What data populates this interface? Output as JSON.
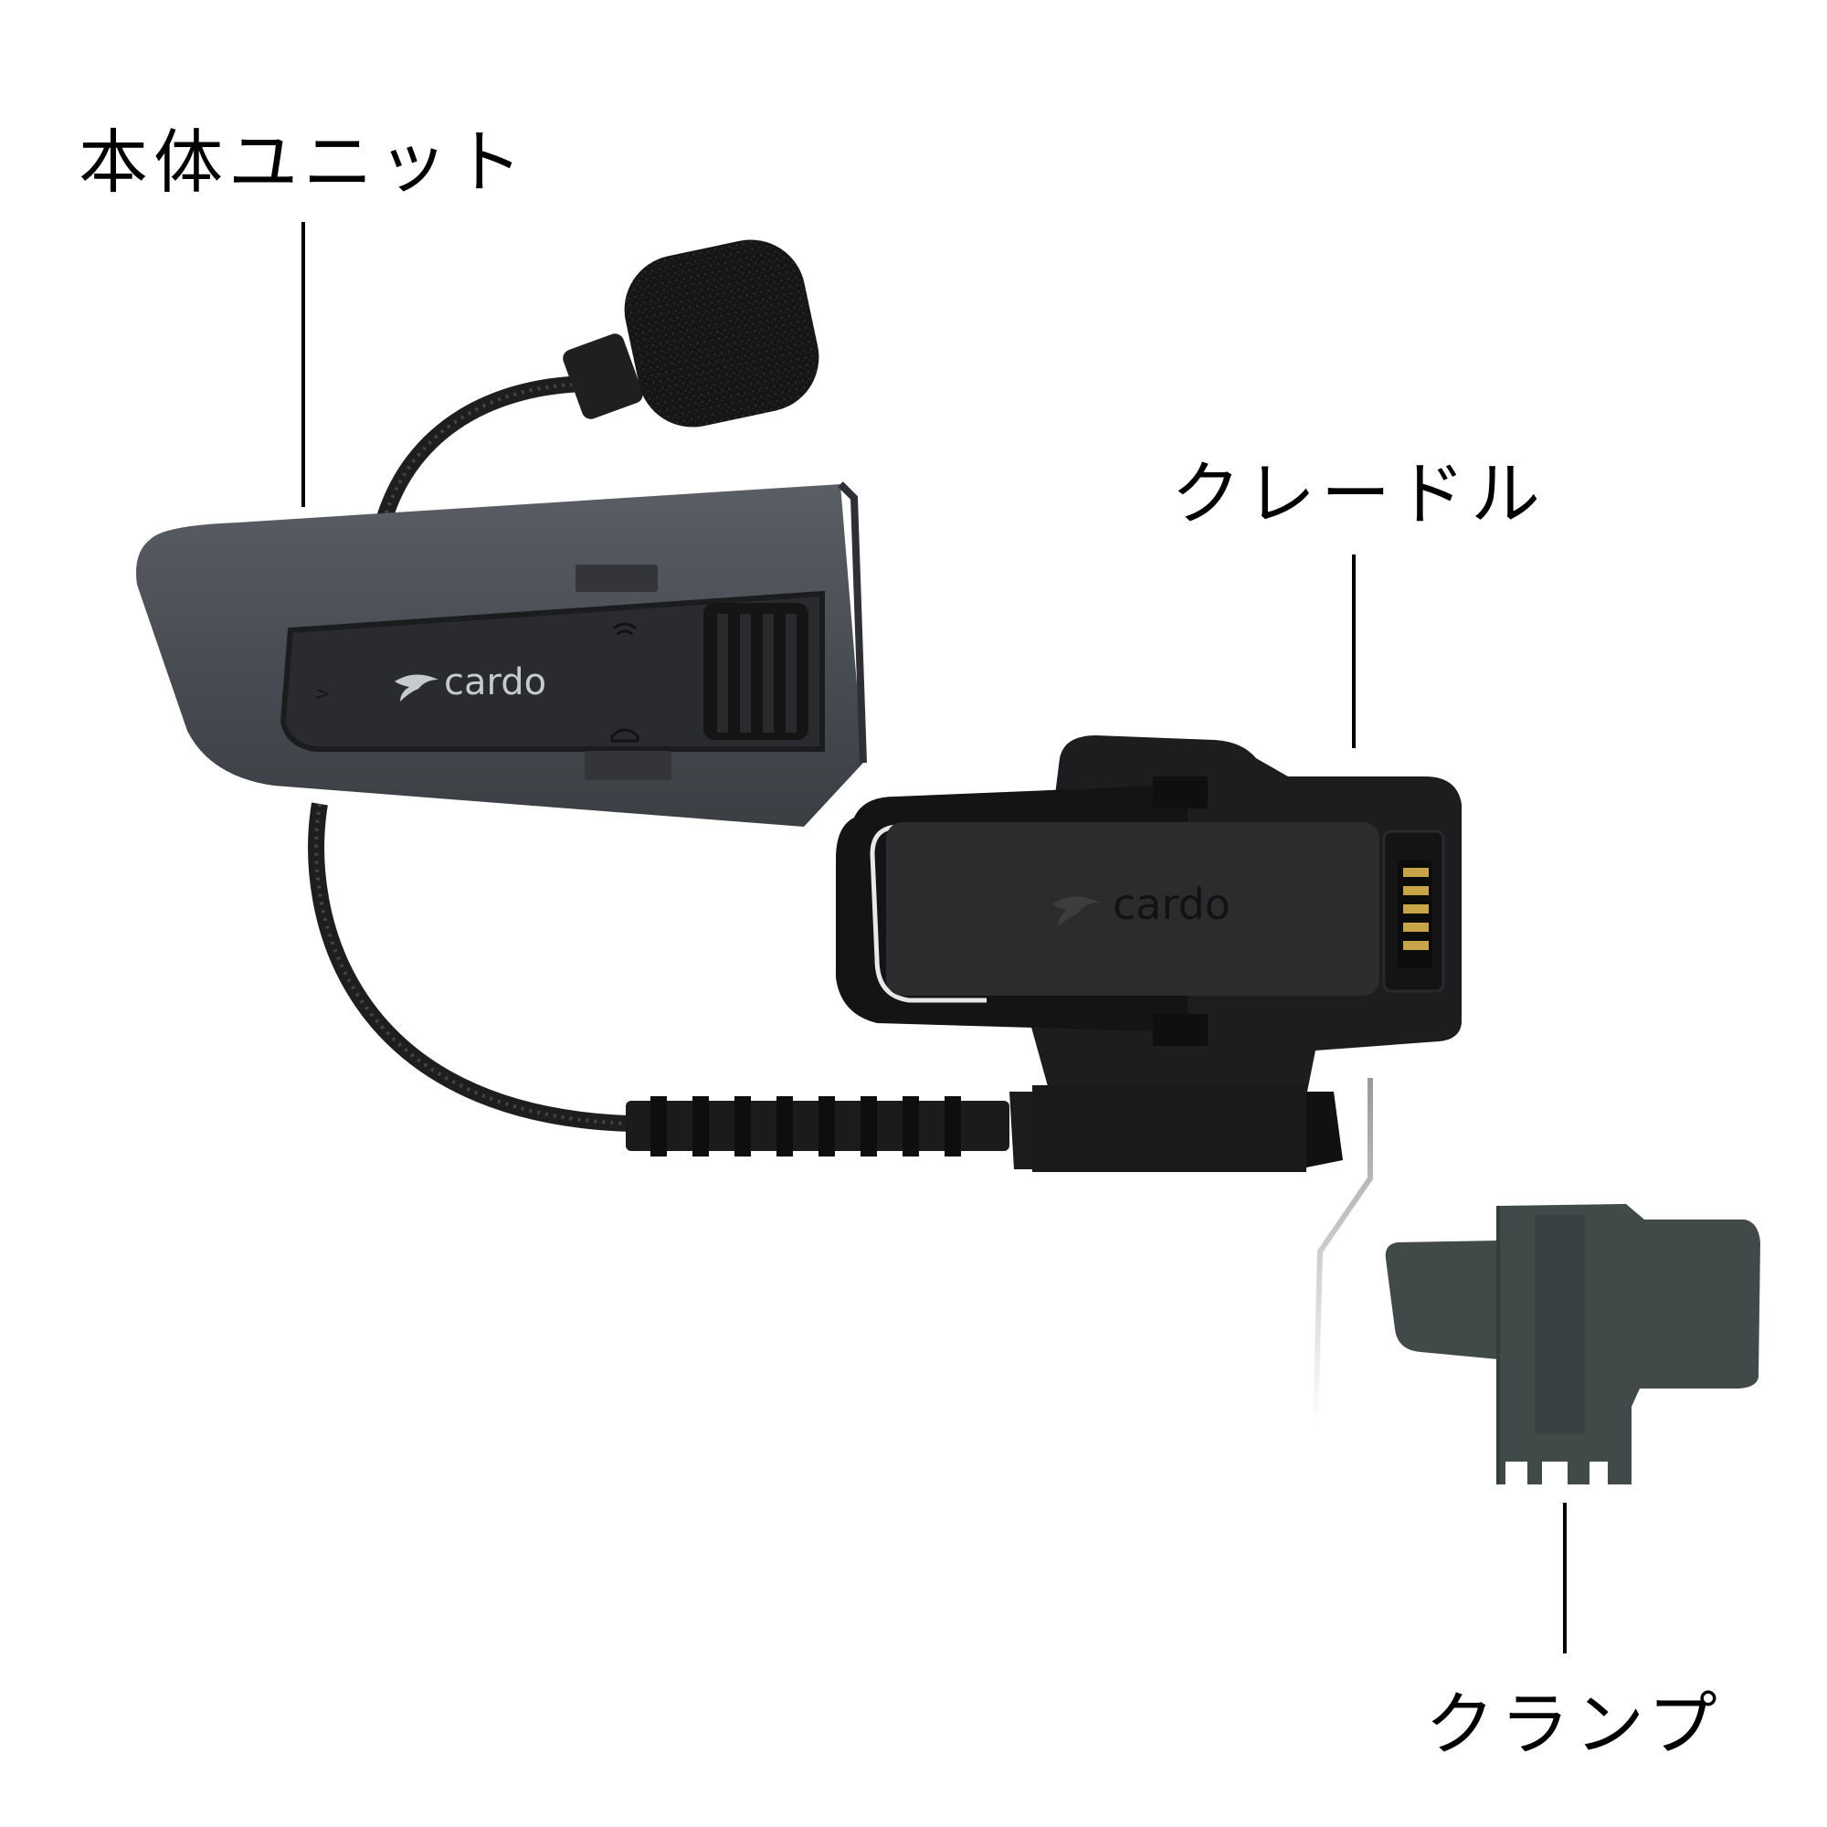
{
  "diagram": {
    "subject": "Cardo intercom kit components",
    "callouts": [
      {
        "id": "main_unit",
        "label": "本体ユニット"
      },
      {
        "id": "cradle",
        "label": "クレードル"
      },
      {
        "id": "clamp",
        "label": "クランプ"
      }
    ],
    "main_unit": {
      "logo_text": "cardo",
      "side_glyph": ">",
      "body_color": "#4a4d53",
      "panel_color": "#2b2c2f"
    },
    "cradle": {
      "logo_text": "cardo",
      "contact_pins": 5,
      "body_color": "#1c1c1e",
      "pin_color": "#c9a54a"
    },
    "clamp": {
      "body_color": "#41494a",
      "teeth": 4
    },
    "microphone": {
      "foam_color": "#1a1a1a",
      "boom_color": "#222222"
    }
  }
}
